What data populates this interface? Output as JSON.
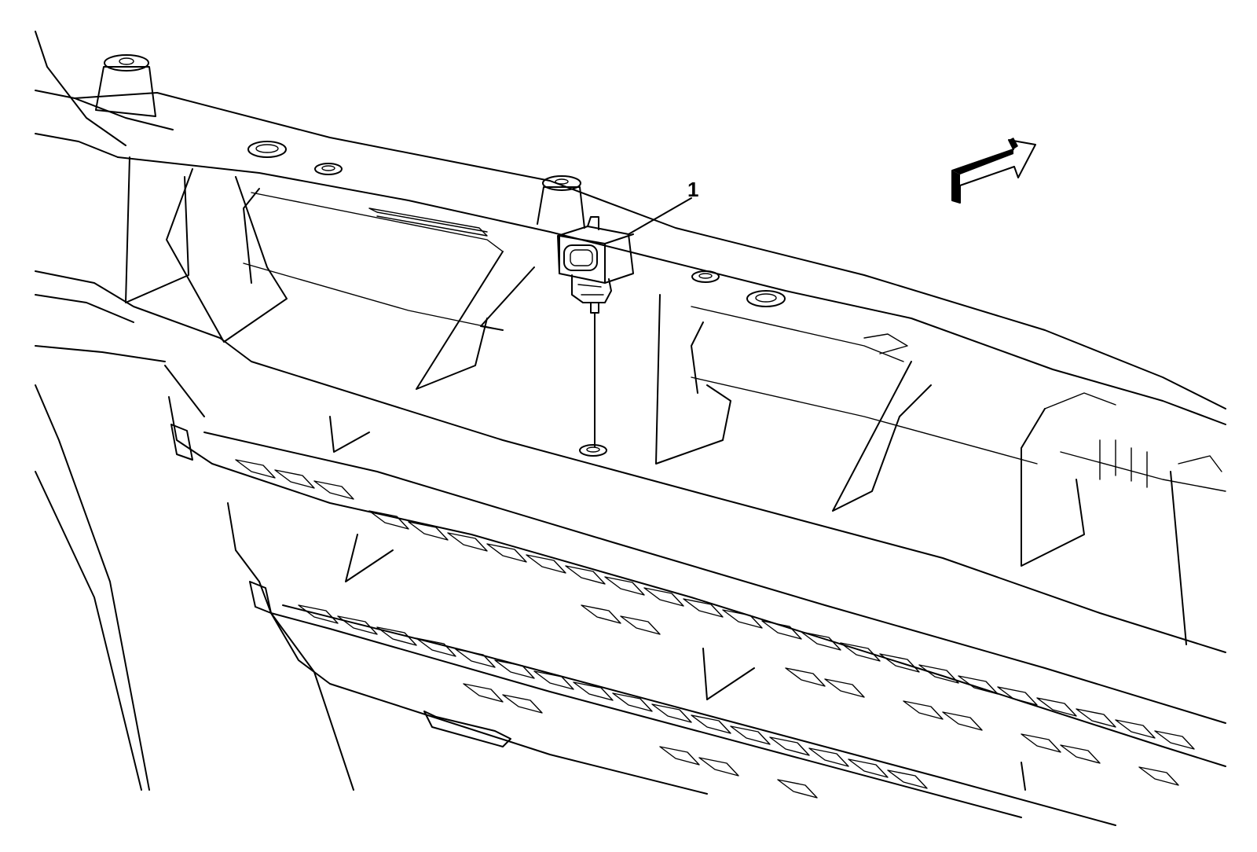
{
  "diagram": {
    "callouts": [
      {
        "label": "1",
        "target": "sensor-connector"
      }
    ],
    "direction_arrow": {
      "icon": "vehicle-front-arrow-icon",
      "meaning": "front"
    },
    "colors": {
      "line": "#000000",
      "background": "#ffffff",
      "arrow_fill": "#000000"
    }
  }
}
